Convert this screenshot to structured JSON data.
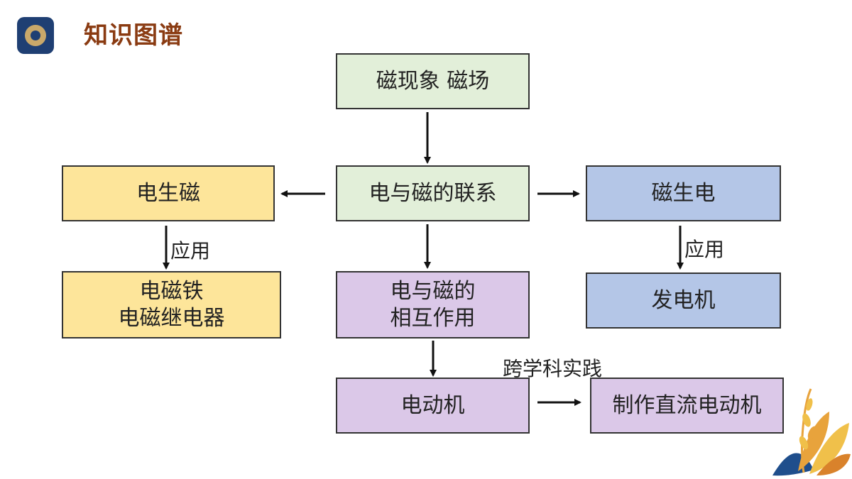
{
  "header": {
    "title": "知识图谱",
    "logo_icon": "ring-logo-icon"
  },
  "nodes": {
    "magnetism": "磁现象 磁场",
    "relation": "电与磁的联系",
    "electro_to_magnet": "电生磁",
    "magnet_to_electro": "磁生电",
    "electromagnet_line1": "电磁铁",
    "electromagnet_line2": "电磁继电器",
    "interaction_line1": "电与磁的",
    "interaction_line2": "相互作用",
    "generator": "发电机",
    "motor": "电动机",
    "make_motor": "制作直流电动机"
  },
  "edge_labels": {
    "apply_left": "应用",
    "apply_right": "应用",
    "interdisciplinary": "跨学科实践"
  },
  "colors": {
    "title": "#8a3b12",
    "green": "#e2efd9",
    "yellow": "#fde59a",
    "blue": "#b4c6e7",
    "purple": "#dbc8e8"
  }
}
